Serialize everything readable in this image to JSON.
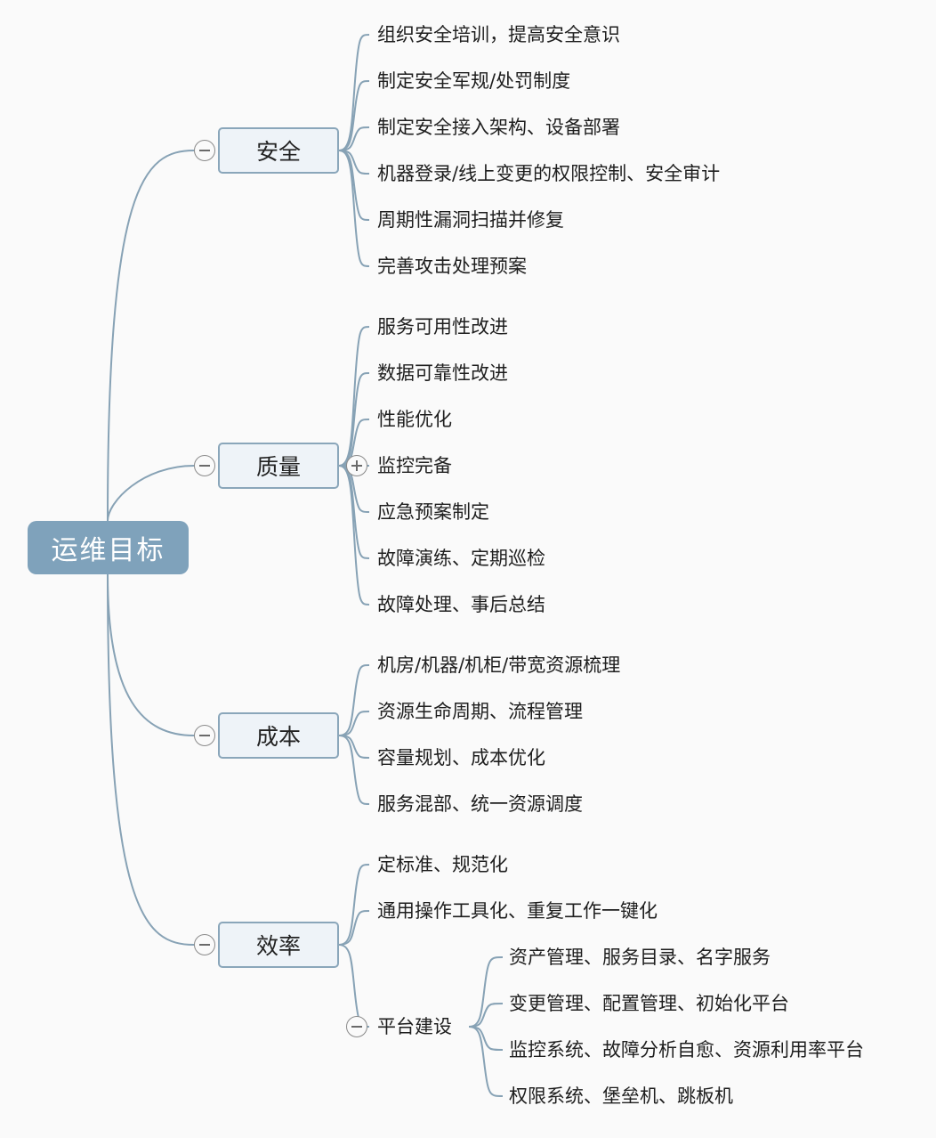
{
  "root": {
    "label": "运维目标"
  },
  "branches": [
    {
      "label": "安全",
      "toggle": "collapse",
      "items": [
        "组织安全培训，提高安全意识",
        "制定安全军规/处罚制度",
        "制定安全接入架构、设备部署",
        "机器登录/线上变更的权限控制、安全审计",
        "周期性漏洞扫描并修复",
        "完善攻击处理预案"
      ]
    },
    {
      "label": "质量",
      "toggle": "collapse",
      "items": [
        "服务可用性改进",
        "数据可靠性改进",
        "性能优化",
        "监控完备",
        "应急预案制定",
        "故障演练、定期巡检",
        "故障处理、事后总结"
      ]
    },
    {
      "label": "成本",
      "toggle": "collapse",
      "items": [
        "机房/机器/机柜/带宽资源梳理",
        "资源生命周期、流程管理",
        "容量规划、成本优化",
        "服务混部、统一资源调度"
      ]
    },
    {
      "label": "效率",
      "toggle": "collapse",
      "items": [
        "定标准、规范化",
        "通用操作工具化、重复工作一键化",
        "平台建设"
      ],
      "sub": {
        "parent_index": 2,
        "toggle": "collapse",
        "items": [
          "资产管理、服务目录、名字服务",
          "变更管理、配置管理、初始化平台",
          "监控系统、故障分析自愈、资源利用率平台",
          "权限系统、堡垒机、跳板机"
        ]
      }
    }
  ],
  "expand_toggle_item": {
    "branch": 1,
    "item": 3
  },
  "colors": {
    "root_bg": "#7fa2bb",
    "branch_bg": "#eef3f8",
    "branch_border": "#8aa6ba",
    "connector": "#87a2b5"
  }
}
